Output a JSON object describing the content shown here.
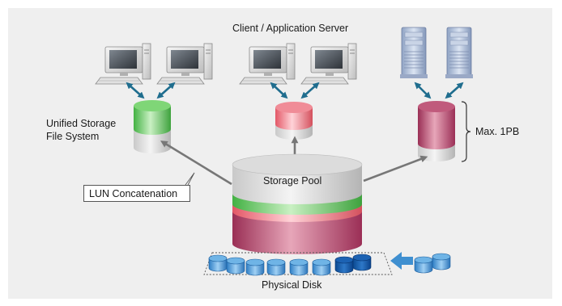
{
  "diagram": {
    "title": "Client / Application Server",
    "unified_line1": "Unified Storage",
    "unified_line2": "File System",
    "lun_label": "LUN Concatenation",
    "pool_label": "Storage Pool",
    "max_label": "Max. 1PB",
    "disk_label": "Physical Disk"
  },
  "colors": {
    "panel": "#efefef",
    "arrow_blue": "#1f6d8e",
    "arrow_gray": "#777777",
    "green": "#4cbf4a",
    "pink": "#e56b79",
    "magenta": "#a8385f",
    "disk_blue": "#3f8fd0",
    "disk_dark": "#0e4f9a"
  }
}
